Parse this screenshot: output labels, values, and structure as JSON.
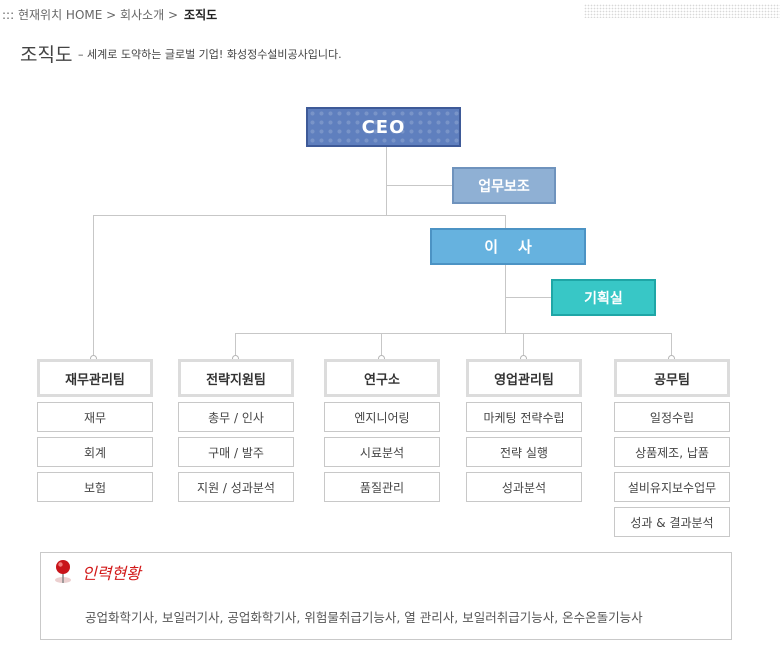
{
  "breadcrumb": {
    "path": "::: 현재위치 HOME > 회사소개 >",
    "current": "조직도"
  },
  "page": {
    "title": "조직도",
    "subtitle": "– 세계로 도약하는 글로벌 기업! 화성정수설비공사입니다."
  },
  "org": {
    "ceo": "CEO",
    "support": "업무보조",
    "director": "이사",
    "planning": "기획실",
    "teams": [
      {
        "name": "재무관리팀",
        "items": [
          "재무",
          "회계",
          "보험"
        ]
      },
      {
        "name": "전략지원팀",
        "items": [
          "총무 / 인사",
          "구매 / 발주",
          "지원 / 성과분석"
        ]
      },
      {
        "name": "연구소",
        "items": [
          "엔지니어링",
          "시료분석",
          "품질관리"
        ]
      },
      {
        "name": "영업관리팀",
        "items": [
          "마케팅 전략수립",
          "전략 실행",
          "성과분석"
        ]
      },
      {
        "name": "공무팀",
        "items": [
          "일정수립",
          "상품제조, 납품",
          "설비유지보수업무",
          "성과 & 결과분석"
        ]
      }
    ]
  },
  "staff": {
    "title": "인력현황",
    "list": "공업화학기사, 보일러기사, 공업화학기사, 위험물취급기능사, 열 관리사, 보일러취급기능사, 온수온돌기능사"
  },
  "colors": {
    "ceo": "#5f7fbe",
    "support": "#8fb0d4",
    "director": "#66b2df",
    "planning": "#38c7c6",
    "accent_red": "#d21a1a"
  }
}
